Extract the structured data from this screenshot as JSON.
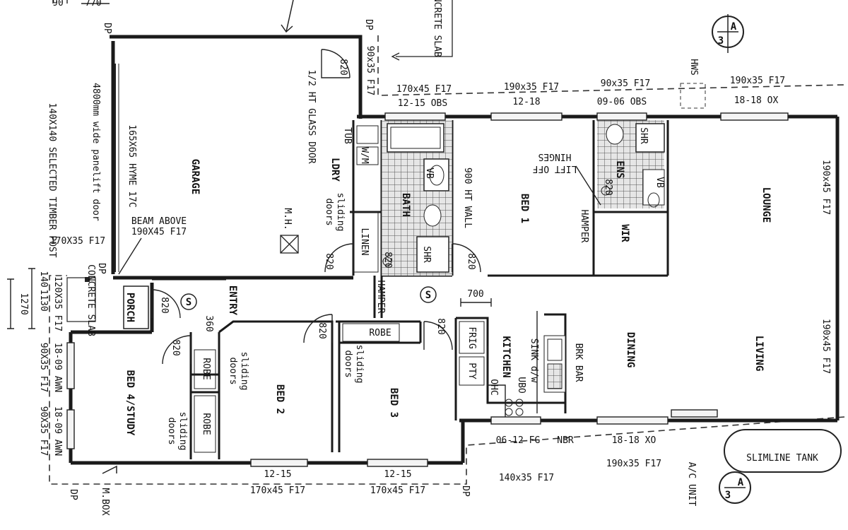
{
  "rooms": {
    "garage": "GARAGE",
    "lounge": "LOUNGE",
    "living": "LIVING",
    "dining": "DINING",
    "bed1": "BED 1",
    "bed2": "BED 2",
    "bed3": "BED 3",
    "bed4": "BED 4/STUDY",
    "bath": "BATH",
    "ens": "ENS",
    "wir": "WIR",
    "kitchen": "KITCHEN",
    "entry": "ENTRY",
    "porch": "PORCH",
    "ldry": "LDRY",
    "linen": "LINEN"
  },
  "fixtures": {
    "robe": "ROBE",
    "frig": "FRIG",
    "pty": "PTY",
    "ohc": "OHC",
    "uBO": "UBO",
    "sink": "SINK d/w",
    "brk_bar": "BRK BAR",
    "tub": "TUB",
    "wm": "W/M",
    "shr": "SHR",
    "vb": "VB",
    "hamper": "HAMPER",
    "mh": "M.H.",
    "hws": "HWS",
    "slimline_tank": "SLIMLINE TANK",
    "ac_unit": "A/C UNIT",
    "m_box": "M.BOX",
    "dp": "DP",
    "s": "S"
  },
  "notes": {
    "glass_door": "1/2 HT GLASS DOOR",
    "hyme": "165X65 HYME 17C",
    "panelift": "4800mm wide panelift door",
    "beam_above": "BEAM ABOVE",
    "beam_size": "190X45 F17",
    "sliding": "sliding",
    "doors": "doors",
    "wall_900": "900 HT WALL",
    "lift_off": "LIFT OFF",
    "hinges": "HINGES",
    "concrete_slab": "CONCRETE SLAB",
    "concrete_slab_top": "CONCRETE SLAB",
    "post_140": "140X140 SELECTED TIMBER POST",
    "beam_170": "170X35 F17",
    "nbr": "NBR"
  },
  "dims": {
    "d820": "820",
    "d360": "360",
    "d700": "700",
    "d1270": "1270",
    "d140": "140",
    "d1130": "1130",
    "d90": "90",
    "d770": "770"
  },
  "lintels": {
    "top_170": "170x45 F17",
    "top_190": "190x35 F17",
    "top_90": "90x35 F17",
    "top_190_right": "190x35 F17",
    "garage_90": "90x35 F17",
    "right_190a": "190x45 F17",
    "right_190b": "190x45 F17",
    "left_120": "120X35 F17",
    "left_90a": "90X35 F17",
    "left_90b": "90X35 F17",
    "bottom_170a": "170x45 F17",
    "bottom_170b": "170x45 F17",
    "bottom_140": "140x35 F17",
    "bottom_190": "190x35 F17"
  },
  "windows": {
    "w1": "12-15 OBS",
    "w2": "12-18",
    "w3": "09-06 OBS",
    "w4": "18-18 OX",
    "w5": "12-15",
    "w6": "12-15",
    "w7": "06-12 FG",
    "w8": "18-18 XO",
    "w9": "18-09 AWN",
    "w10": "18-09 AWN"
  },
  "section_marker": "A",
  "section_number": "3"
}
